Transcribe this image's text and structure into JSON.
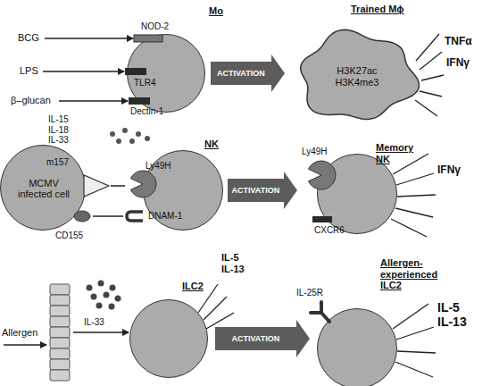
{
  "diagram": {
    "nodes": [
      {
        "text": [
          "Mo"
        ]
      },
      {
        "text": [
          "Trained Mϕ",
          "H3K27ac H3K4me3"
        ]
      },
      {
        "text": [
          "MCMV infected cell"
        ]
      },
      {
        "text": [
          "NK"
        ]
      },
      {
        "text": [
          "Memory NK"
        ]
      },
      {
        "text": [
          "ILC2"
        ]
      },
      {
        "text": [
          "Allergen-experienced ILC2"
        ]
      }
    ],
    "edges": [
      {
        "from": 0,
        "to": 1,
        "label": "ACTIVATION",
        "arrow": "to"
      },
      {
        "from": 3,
        "to": 4,
        "label": "ACTIVATION",
        "arrow": "to"
      },
      {
        "from": 5,
        "to": 6,
        "label": "ACTIVATION",
        "arrow": "to"
      }
    ],
    "labels": [
      "BCG",
      "LPS",
      "β–glucan",
      "NOD-2",
      "TLR4",
      "Dectin-1",
      "TNFα",
      "IFNγ",
      "IL-15 IL-18 IL-33",
      "m157",
      "Ly49H",
      "CD155",
      "DNAM-1",
      "Ly49H",
      "CXCR6",
      "IFNγ",
      "Allergen",
      "IL-33",
      "IL-5 IL-13",
      "IL-25R",
      "IL-5 IL-13"
    ]
  }
}
